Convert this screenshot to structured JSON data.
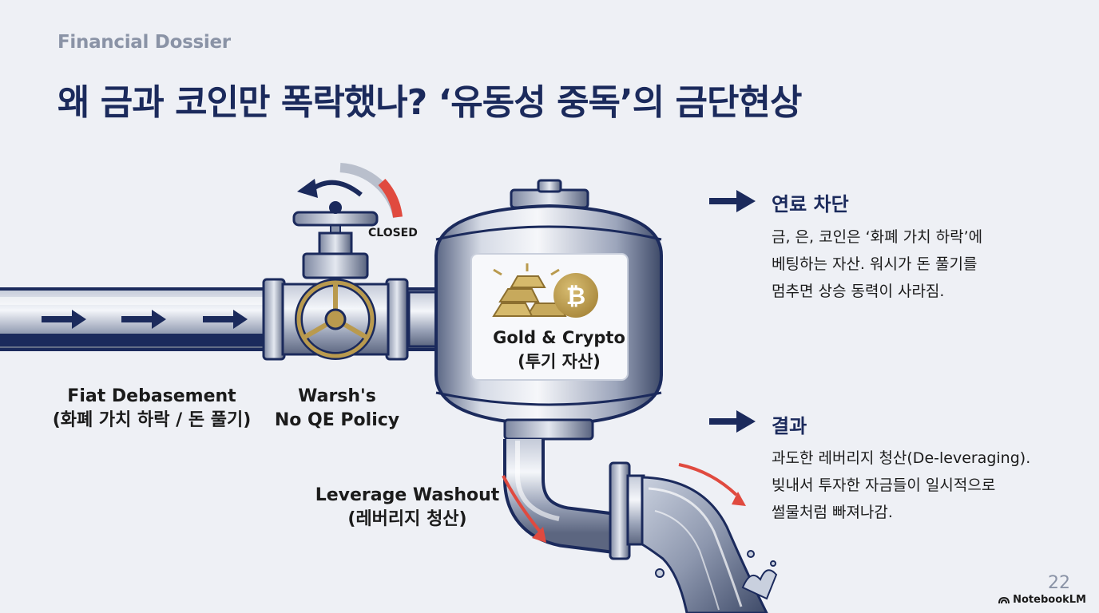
{
  "header": {
    "kicker": "Financial Dossier",
    "title": "왜 금과 코인만 폭락했나? ‘유동성 중독’의 금단현상"
  },
  "diagram": {
    "valve_status": "CLOSED",
    "tank_label_line1": "Gold & Crypto",
    "tank_label_line2": "(투기 자산)",
    "pipe_label_line1": "Fiat Debasement",
    "pipe_label_line2": "(화폐 가치 하락 / 돈 풀기)",
    "valve_label_line1": "Warsh's",
    "valve_label_line2": "No QE Policy",
    "outflow_label_line1": "Leverage Washout",
    "outflow_label_line2": "(레버리지 청산)",
    "icons": [
      "gold-bars-icon",
      "bitcoin-icon",
      "valve-wheel-icon",
      "flow-arrow-icon"
    ],
    "colors": {
      "navy": "#1b2a5c",
      "red": "#e04a3f",
      "gold": "#b99a4e"
    }
  },
  "side": {
    "fuel_cut": {
      "heading": "연료 차단",
      "lines": [
        "금, 은, 코인은 ‘화폐 가치 하락’에",
        "베팅하는 자산. 워시가 돈 풀기를",
        "멈추면 상승 동력이 사라짐."
      ]
    },
    "result": {
      "heading": "결과",
      "lines": [
        "과도한 레버리지 청산(De-leveraging).",
        "빚내서 투자한 자금들이 일시적으로",
        "썰물처럼 빠져나감."
      ]
    }
  },
  "footer": {
    "page_number": "22",
    "brand": "NotebookLM"
  }
}
